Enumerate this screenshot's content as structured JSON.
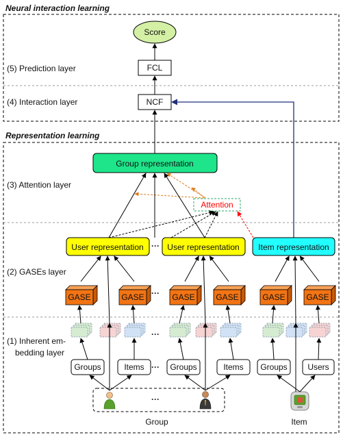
{
  "sections": {
    "neural": "Neural interaction learning",
    "representation": "Representation learning"
  },
  "layers": {
    "prediction": "(5) Prediction layer",
    "interaction": "(4) Interaction layer",
    "attention": "(3) Attention layer",
    "gases": "(2) GASEs layer",
    "inherent_line1": "(1) Inherent em-",
    "inherent_line2": "bedding layer"
  },
  "nodes": {
    "score": "Score",
    "fcl": "FCL",
    "ncf": "NCF",
    "group_repr": "Group representation",
    "attention": "Attention",
    "user_repr": "User representation",
    "item_repr": "Item representation",
    "gase": "GASE",
    "groups": "Groups",
    "items": "Items",
    "users": "Users",
    "ellipsis": "···"
  },
  "bottom": {
    "group": "Group",
    "item": "Item"
  },
  "colors": {
    "score_fill": "#d3f0a4",
    "group_repr_fill": "#1ee58a",
    "user_repr_fill": "#ffff00",
    "item_repr_fill": "#22ffff",
    "gase_fill": "#f27414",
    "gase_top": "#f7a055",
    "attention_text": "#ff0000",
    "emb_green": "#d6ecd2",
    "emb_pink": "#f6d4d4",
    "emb_blue": "#d2e2f6",
    "item_arrow": "#1f2f7a",
    "orange_dash": "#e07b1a",
    "red_dash": "#ff0000"
  }
}
